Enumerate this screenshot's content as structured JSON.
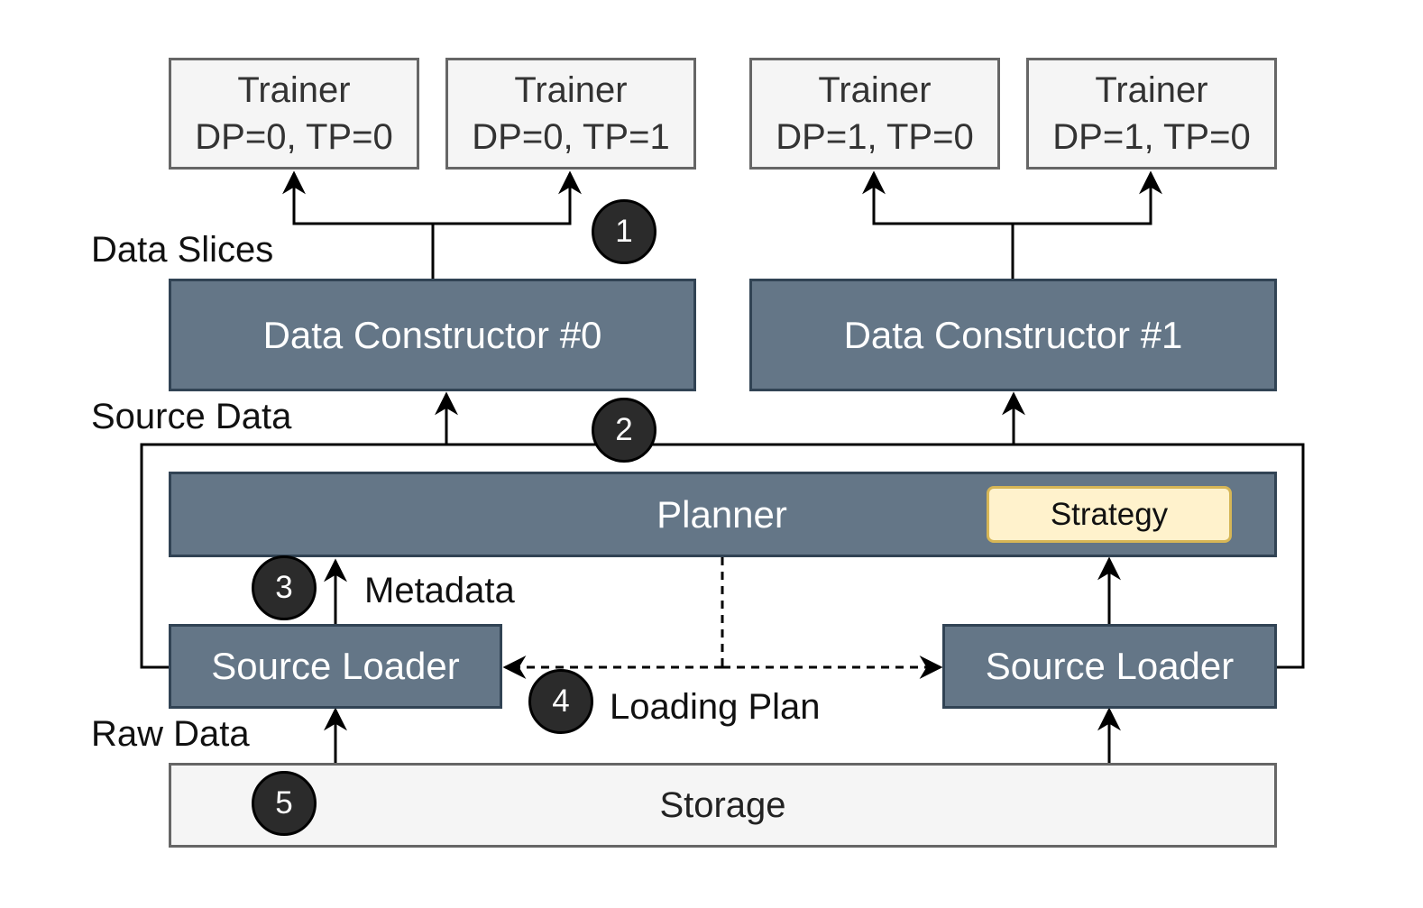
{
  "trainers": [
    {
      "title": "Trainer",
      "ranks": "DP=0, TP=0"
    },
    {
      "title": "Trainer",
      "ranks": "DP=0, TP=1"
    },
    {
      "title": "Trainer",
      "ranks": "DP=1, TP=0"
    },
    {
      "title": "Trainer",
      "ranks": "DP=1, TP=0"
    }
  ],
  "constructors": [
    "Data Constructor #0",
    "Data Constructor #1"
  ],
  "planner": {
    "label": "Planner",
    "strategy": "Strategy"
  },
  "source_loaders": [
    "Source Loader",
    "Source Loader"
  ],
  "storage": "Storage",
  "edge_labels": {
    "data_slices": "Data Slices",
    "source_data": "Source Data",
    "metadata": "Metadata",
    "loading_plan": "Loading Plan",
    "raw_data": "Raw Data"
  },
  "steps": [
    "1",
    "2",
    "3",
    "4",
    "5"
  ],
  "colors": {
    "dark_node_fill": "#647687",
    "dark_node_stroke": "#314354",
    "light_node_fill": "#f5f5f5",
    "light_node_stroke": "#666666",
    "strategy_fill": "#fff2cc",
    "strategy_stroke": "#d6b656",
    "step_badge": "#2b2b2b"
  }
}
